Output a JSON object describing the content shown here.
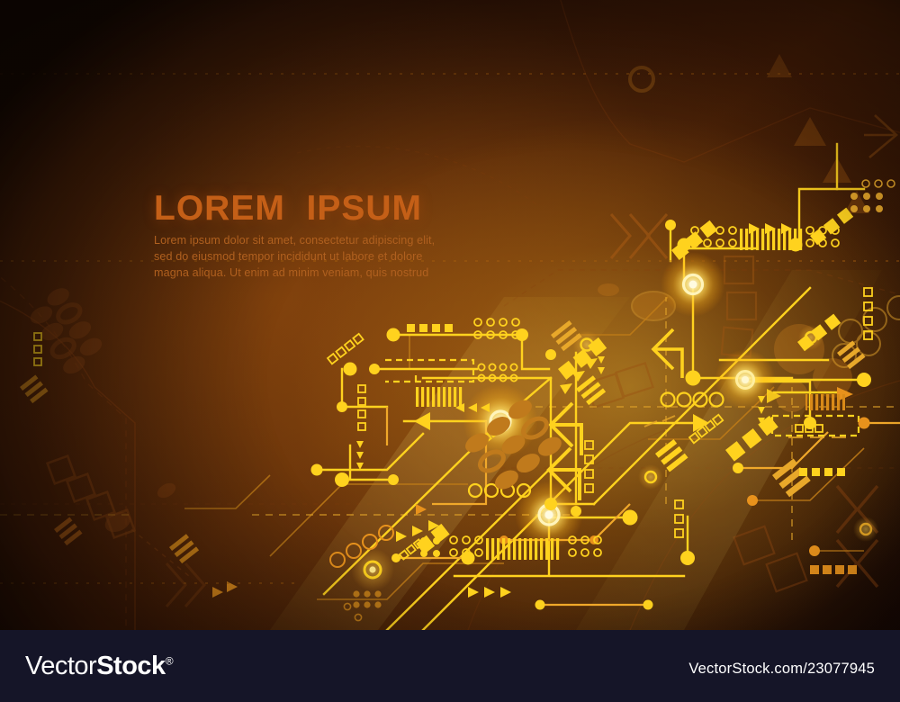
{
  "artwork": {
    "kind": "abstract-technology-circuit-background",
    "title": "LOREM  IPSUM",
    "subtitle_lines": [
      "Lorem ipsum dolor sit amet, consectetur adipiscing elit,",
      "sed do eiusmod tempor incididunt ut labore et dolore",
      "magna aliqua. Ut enim ad minim veniam, quis nostrud"
    ],
    "colors": {
      "title": "#c45f17",
      "subtitle": "#b0601f",
      "background_dark": "#190a04",
      "background_mid": "#4a1f06",
      "glow_core": "#ffd23c",
      "circuit_bright": "#ffd21e",
      "circuit_mid": "#e8921c",
      "circuit_dim": "#8a4a12",
      "footer_bar": "#151528",
      "footer_text": "#ffffff"
    }
  },
  "footer": {
    "brand_thin": "Vector",
    "brand_bold": "Stock",
    "registered_mark": "®",
    "url": "VectorStock.com/23077945"
  }
}
